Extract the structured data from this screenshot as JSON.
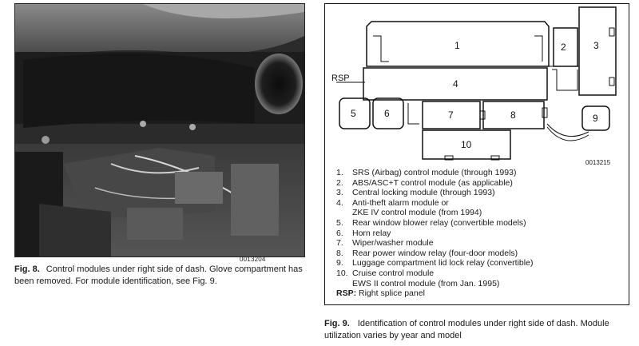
{
  "figure8": {
    "image_code": "0013204",
    "label": "Fig. 8.",
    "caption": "Control modules under right side of dash. Glove compartment has been removed. For module identification, see Fig. 9."
  },
  "figure9": {
    "image_code": "0013215",
    "label": "Fig. 9.",
    "caption": "Identification of control modules under right side of dash. Module utilization varies by year and model",
    "rsp_label": "RSP",
    "module_numbers": [
      "1",
      "2",
      "3",
      "4",
      "5",
      "6",
      "7",
      "8",
      "9",
      "10"
    ],
    "legend": [
      {
        "num": "1.",
        "text": "SRS (Airbag) control module (through 1993)"
      },
      {
        "num": "2.",
        "text": "ABS/ASC+T control module (as applicable)"
      },
      {
        "num": "3.",
        "text": "Central locking module (through 1993)"
      },
      {
        "num": "4.",
        "text": "Anti-theft alarm module or",
        "text2": "ZKE IV control module (from 1994)"
      },
      {
        "num": "5.",
        "text": "Rear window blower relay (convertible models)"
      },
      {
        "num": "6.",
        "text": "Horn relay"
      },
      {
        "num": "7.",
        "text": "Wiper/washer module"
      },
      {
        "num": "8.",
        "text": "Rear power window relay (four-door models)"
      },
      {
        "num": "9.",
        "text": "Luggage compartment lid lock relay (convertible)"
      },
      {
        "num": "10.",
        "text": "Cruise control module",
        "text2": "EWS II control module (from Jan. 1995)"
      }
    ],
    "rsp_key": {
      "key": "RSP:",
      "text": "Right splice panel"
    }
  }
}
